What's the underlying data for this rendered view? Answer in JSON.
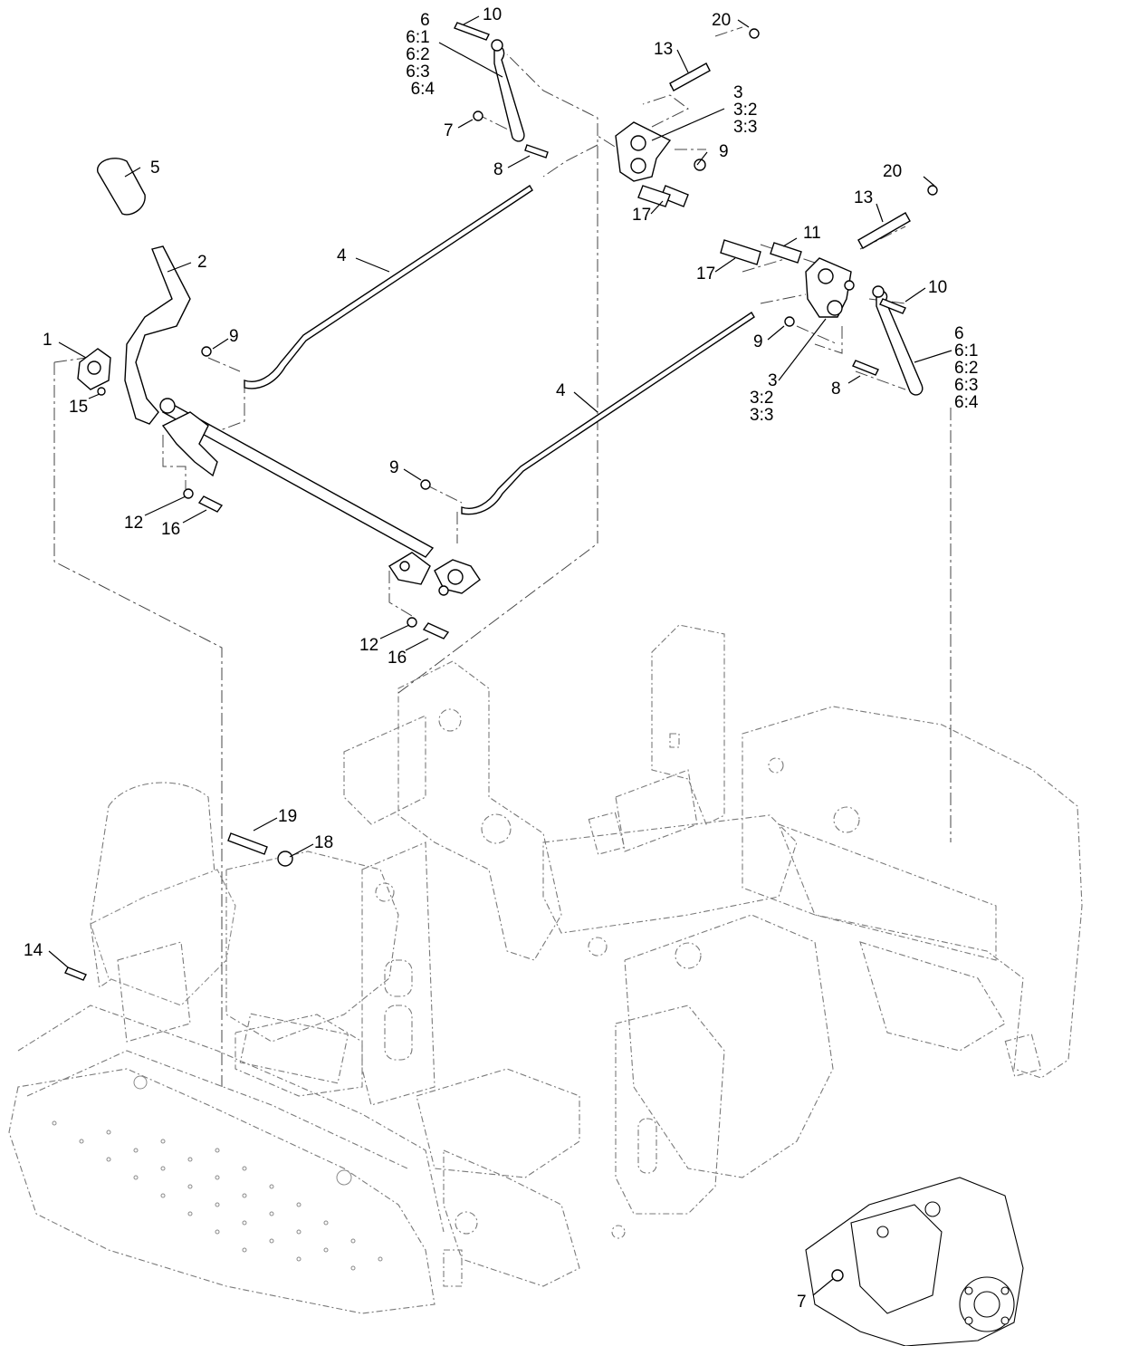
{
  "diagram": {
    "callouts": [
      {
        "id": "c10a",
        "lines": [
          "10"
        ]
      },
      {
        "id": "c6a",
        "lines": [
          "6",
          "6:1",
          "6:2",
          "6:3",
          "6:4"
        ]
      },
      {
        "id": "c20a",
        "lines": [
          "20"
        ]
      },
      {
        "id": "c13a",
        "lines": [
          "13"
        ]
      },
      {
        "id": "c3a",
        "lines": [
          "3",
          "3:2",
          "3:3"
        ]
      },
      {
        "id": "c7a",
        "lines": [
          "7"
        ]
      },
      {
        "id": "c9a",
        "lines": [
          "9"
        ]
      },
      {
        "id": "c8a",
        "lines": [
          "8"
        ]
      },
      {
        "id": "c5",
        "lines": [
          "5"
        ]
      },
      {
        "id": "c17a",
        "lines": [
          "17"
        ]
      },
      {
        "id": "c20b",
        "lines": [
          "20"
        ]
      },
      {
        "id": "c13b",
        "lines": [
          "13"
        ]
      },
      {
        "id": "c2",
        "lines": [
          "2"
        ]
      },
      {
        "id": "c4a",
        "lines": [
          "4"
        ]
      },
      {
        "id": "c11",
        "lines": [
          "11"
        ]
      },
      {
        "id": "c17b",
        "lines": [
          "17"
        ]
      },
      {
        "id": "c10b",
        "lines": [
          "10"
        ]
      },
      {
        "id": "c1",
        "lines": [
          "1"
        ]
      },
      {
        "id": "c9b",
        "lines": [
          "9"
        ]
      },
      {
        "id": "c9c",
        "lines": [
          "9"
        ]
      },
      {
        "id": "c6b",
        "lines": [
          "6",
          "6:1",
          "6:2",
          "6:3",
          "6:4"
        ]
      },
      {
        "id": "c15",
        "lines": [
          "15"
        ]
      },
      {
        "id": "c3b",
        "lines": [
          "3",
          "3:2",
          "3:3"
        ]
      },
      {
        "id": "c8b",
        "lines": [
          "8"
        ]
      },
      {
        "id": "c4b",
        "lines": [
          "4"
        ]
      },
      {
        "id": "c9d",
        "lines": [
          "9"
        ]
      },
      {
        "id": "c12a",
        "lines": [
          "12"
        ]
      },
      {
        "id": "c16a",
        "lines": [
          "16"
        ]
      },
      {
        "id": "c12b",
        "lines": [
          "12"
        ]
      },
      {
        "id": "c16b",
        "lines": [
          "16"
        ]
      },
      {
        "id": "c19",
        "lines": [
          "19"
        ]
      },
      {
        "id": "c18",
        "lines": [
          "18"
        ]
      },
      {
        "id": "c14",
        "lines": [
          "14"
        ]
      },
      {
        "id": "c7b",
        "lines": [
          "7"
        ]
      }
    ]
  }
}
